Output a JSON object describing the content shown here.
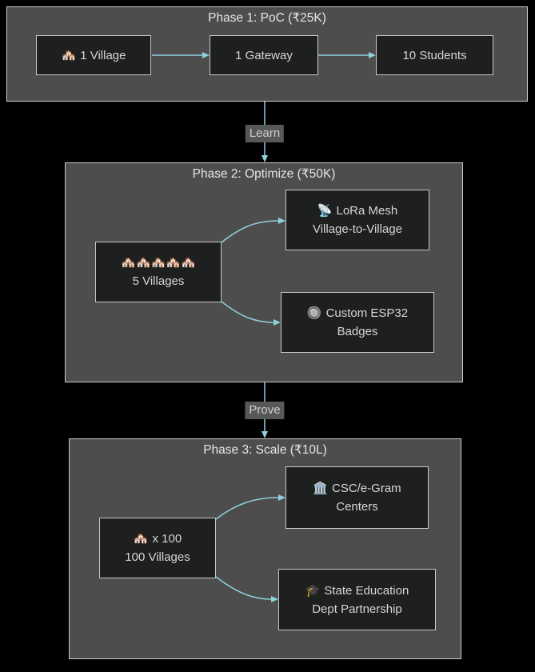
{
  "diagram": {
    "background": "#000000",
    "colors": {
      "cluster_fill": "#4d4d4d",
      "cluster_border": "#cccccc",
      "node_fill": "#1e1f1f",
      "node_border": "#c9c9c9",
      "node_text": "#d6d6d6",
      "title_text": "#e6e6e6",
      "edge": "#8ed0dc",
      "edge_label_bg": "#585858",
      "edge_label_text": "#cfcfcf"
    },
    "phases": [
      {
        "title": "Phase 1: PoC (₹25K)",
        "nodes": [
          {
            "icon": "🏘️",
            "line1": "1 Village"
          },
          {
            "line1": "1 Gateway"
          },
          {
            "line1": "10 Students"
          }
        ]
      },
      {
        "title": "Phase 2: Optimize (₹50K)",
        "nodes": [
          {
            "icon_row": "🏘️🏘️🏘️🏘️🏘️",
            "line2": "5 Villages"
          },
          {
            "icon": "📡",
            "line1": "LoRa Mesh",
            "line2": "Village-to-Village"
          },
          {
            "icon": "🔘",
            "line1": "Custom ESP32",
            "line2": "Badges"
          }
        ]
      },
      {
        "title": "Phase 3: Scale (₹10L)",
        "nodes": [
          {
            "icon": "🏘️",
            "line1": "x 100",
            "line2": "100 Villages"
          },
          {
            "icon": "🏛️",
            "line1": "CSC/e-Gram",
            "line2": "Centers"
          },
          {
            "icon": "🎓",
            "line1": "State Education",
            "line2": "Dept Partnership"
          }
        ]
      }
    ],
    "edge_labels": [
      {
        "text": "Learn"
      },
      {
        "text": "Prove"
      }
    ]
  }
}
